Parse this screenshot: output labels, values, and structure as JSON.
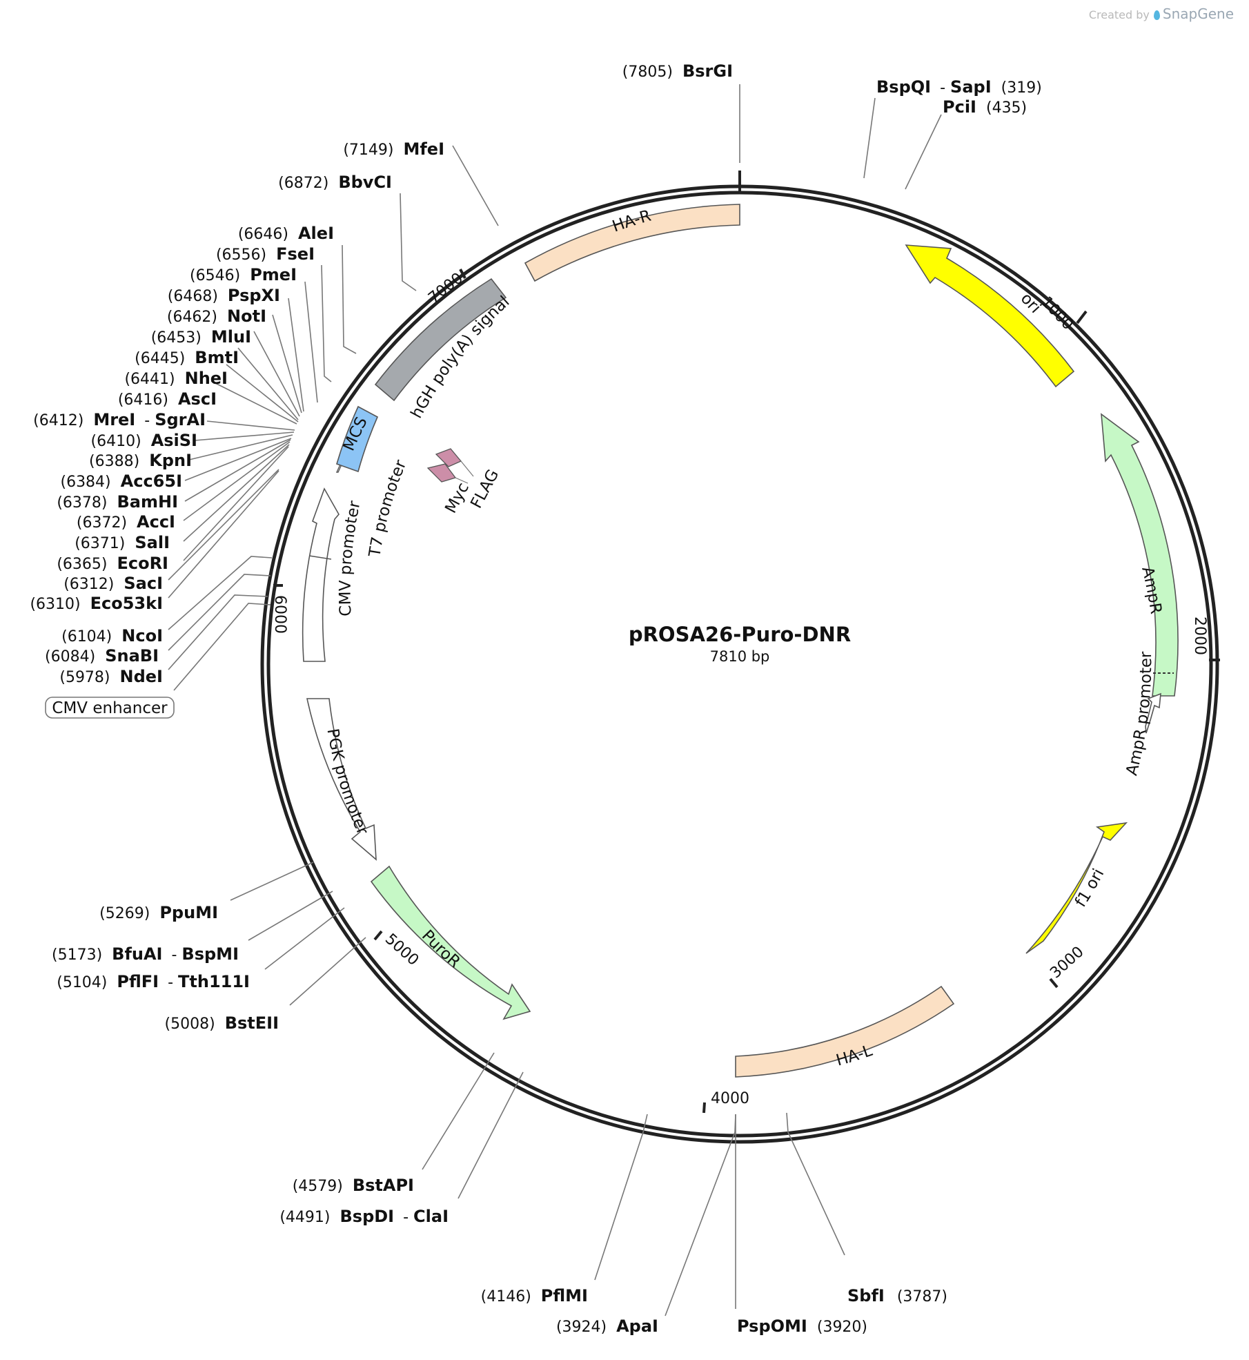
{
  "credit": {
    "prefix": "Created by",
    "brand": "SnapGene"
  },
  "plasmid": {
    "name": "pROSA26-Puro-DNR",
    "size_label": "7810 bp"
  },
  "ticks": [
    "1000",
    "2000",
    "3000",
    "4000",
    "5000",
    "6000",
    "7000"
  ],
  "colors": {
    "yellow": "#ffff00",
    "green": "#c6f8c6",
    "peach": "#fbe0c4",
    "gray": "#a5a9ad",
    "blue": "#8cc4f5",
    "white": "#ffffff",
    "pink": "#cc8ea8"
  },
  "features": [
    {
      "name": "HA-R",
      "color": "peach"
    },
    {
      "name": "ori",
      "color": "yellow"
    },
    {
      "name": "AmpR",
      "color": "green"
    },
    {
      "name": "AmpR promoter",
      "color": "white"
    },
    {
      "name": "f1 ori",
      "color": "yellow"
    },
    {
      "name": "HA-L",
      "color": "peach"
    },
    {
      "name": "PuroR",
      "color": "green"
    },
    {
      "name": "PGK promoter",
      "color": "white"
    },
    {
      "name": "CMV promoter",
      "color": "white"
    },
    {
      "name": "T7 promoter",
      "color": "white"
    },
    {
      "name": "MCS",
      "color": "blue"
    },
    {
      "name": "hGH poly(A) signal",
      "color": "gray"
    },
    {
      "name": "Myc",
      "color": "pink"
    },
    {
      "name": "FLAG",
      "color": "pink"
    },
    {
      "name": "CMV enhancer",
      "color": "white"
    }
  ],
  "enzymes": [
    {
      "name": "BsrGI",
      "pos": "(7805)"
    },
    {
      "name": "BspQI",
      "name2": "SapI",
      "pos": "(319)"
    },
    {
      "name": "PciI",
      "pos": "(435)"
    },
    {
      "name": "MfeI",
      "pos": "(7149)"
    },
    {
      "name": "BbvCI",
      "pos": "(6872)"
    },
    {
      "name": "AleI",
      "pos": "(6646)"
    },
    {
      "name": "FseI",
      "pos": "(6556)"
    },
    {
      "name": "PmeI",
      "pos": "(6546)"
    },
    {
      "name": "PspXI",
      "pos": "(6468)"
    },
    {
      "name": "NotI",
      "pos": "(6462)"
    },
    {
      "name": "MluI",
      "pos": "(6453)"
    },
    {
      "name": "BmtI",
      "pos": "(6445)"
    },
    {
      "name": "NheI",
      "pos": "(6441)"
    },
    {
      "name": "AscI",
      "pos": "(6416)"
    },
    {
      "name": "MreI",
      "name2": "SgrAI",
      "pos": "(6412)"
    },
    {
      "name": "AsiSI",
      "pos": "(6410)"
    },
    {
      "name": "KpnI",
      "pos": "(6388)"
    },
    {
      "name": "Acc65I",
      "pos": "(6384)"
    },
    {
      "name": "BamHI",
      "pos": "(6378)"
    },
    {
      "name": "AccI",
      "pos": "(6372)"
    },
    {
      "name": "SalI",
      "pos": "(6371)"
    },
    {
      "name": "EcoRI",
      "pos": "(6365)"
    },
    {
      "name": "SacI",
      "pos": "(6312)"
    },
    {
      "name": "Eco53kI",
      "pos": "(6310)"
    },
    {
      "name": "NcoI",
      "pos": "(6104)"
    },
    {
      "name": "SnaBI",
      "pos": "(6084)"
    },
    {
      "name": "NdeI",
      "pos": "(5978)"
    },
    {
      "name": "PpuMI",
      "pos": "(5269)"
    },
    {
      "name": "BfuAI",
      "name2": "BspMI",
      "pos": "(5173)"
    },
    {
      "name": "PflFI",
      "name2": "Tth111I",
      "pos": "(5104)"
    },
    {
      "name": "BstEII",
      "pos": "(5008)"
    },
    {
      "name": "BstAPI",
      "pos": "(4579)"
    },
    {
      "name": "BspDI",
      "name2": "ClaI",
      "pos": "(4491)"
    },
    {
      "name": "PflMI",
      "pos": "(4146)"
    },
    {
      "name": "ApaI",
      "pos": "(3924)"
    },
    {
      "name": "PspOMI",
      "pos": "(3920)"
    },
    {
      "name": "SbfI",
      "pos": "(3787)"
    }
  ]
}
